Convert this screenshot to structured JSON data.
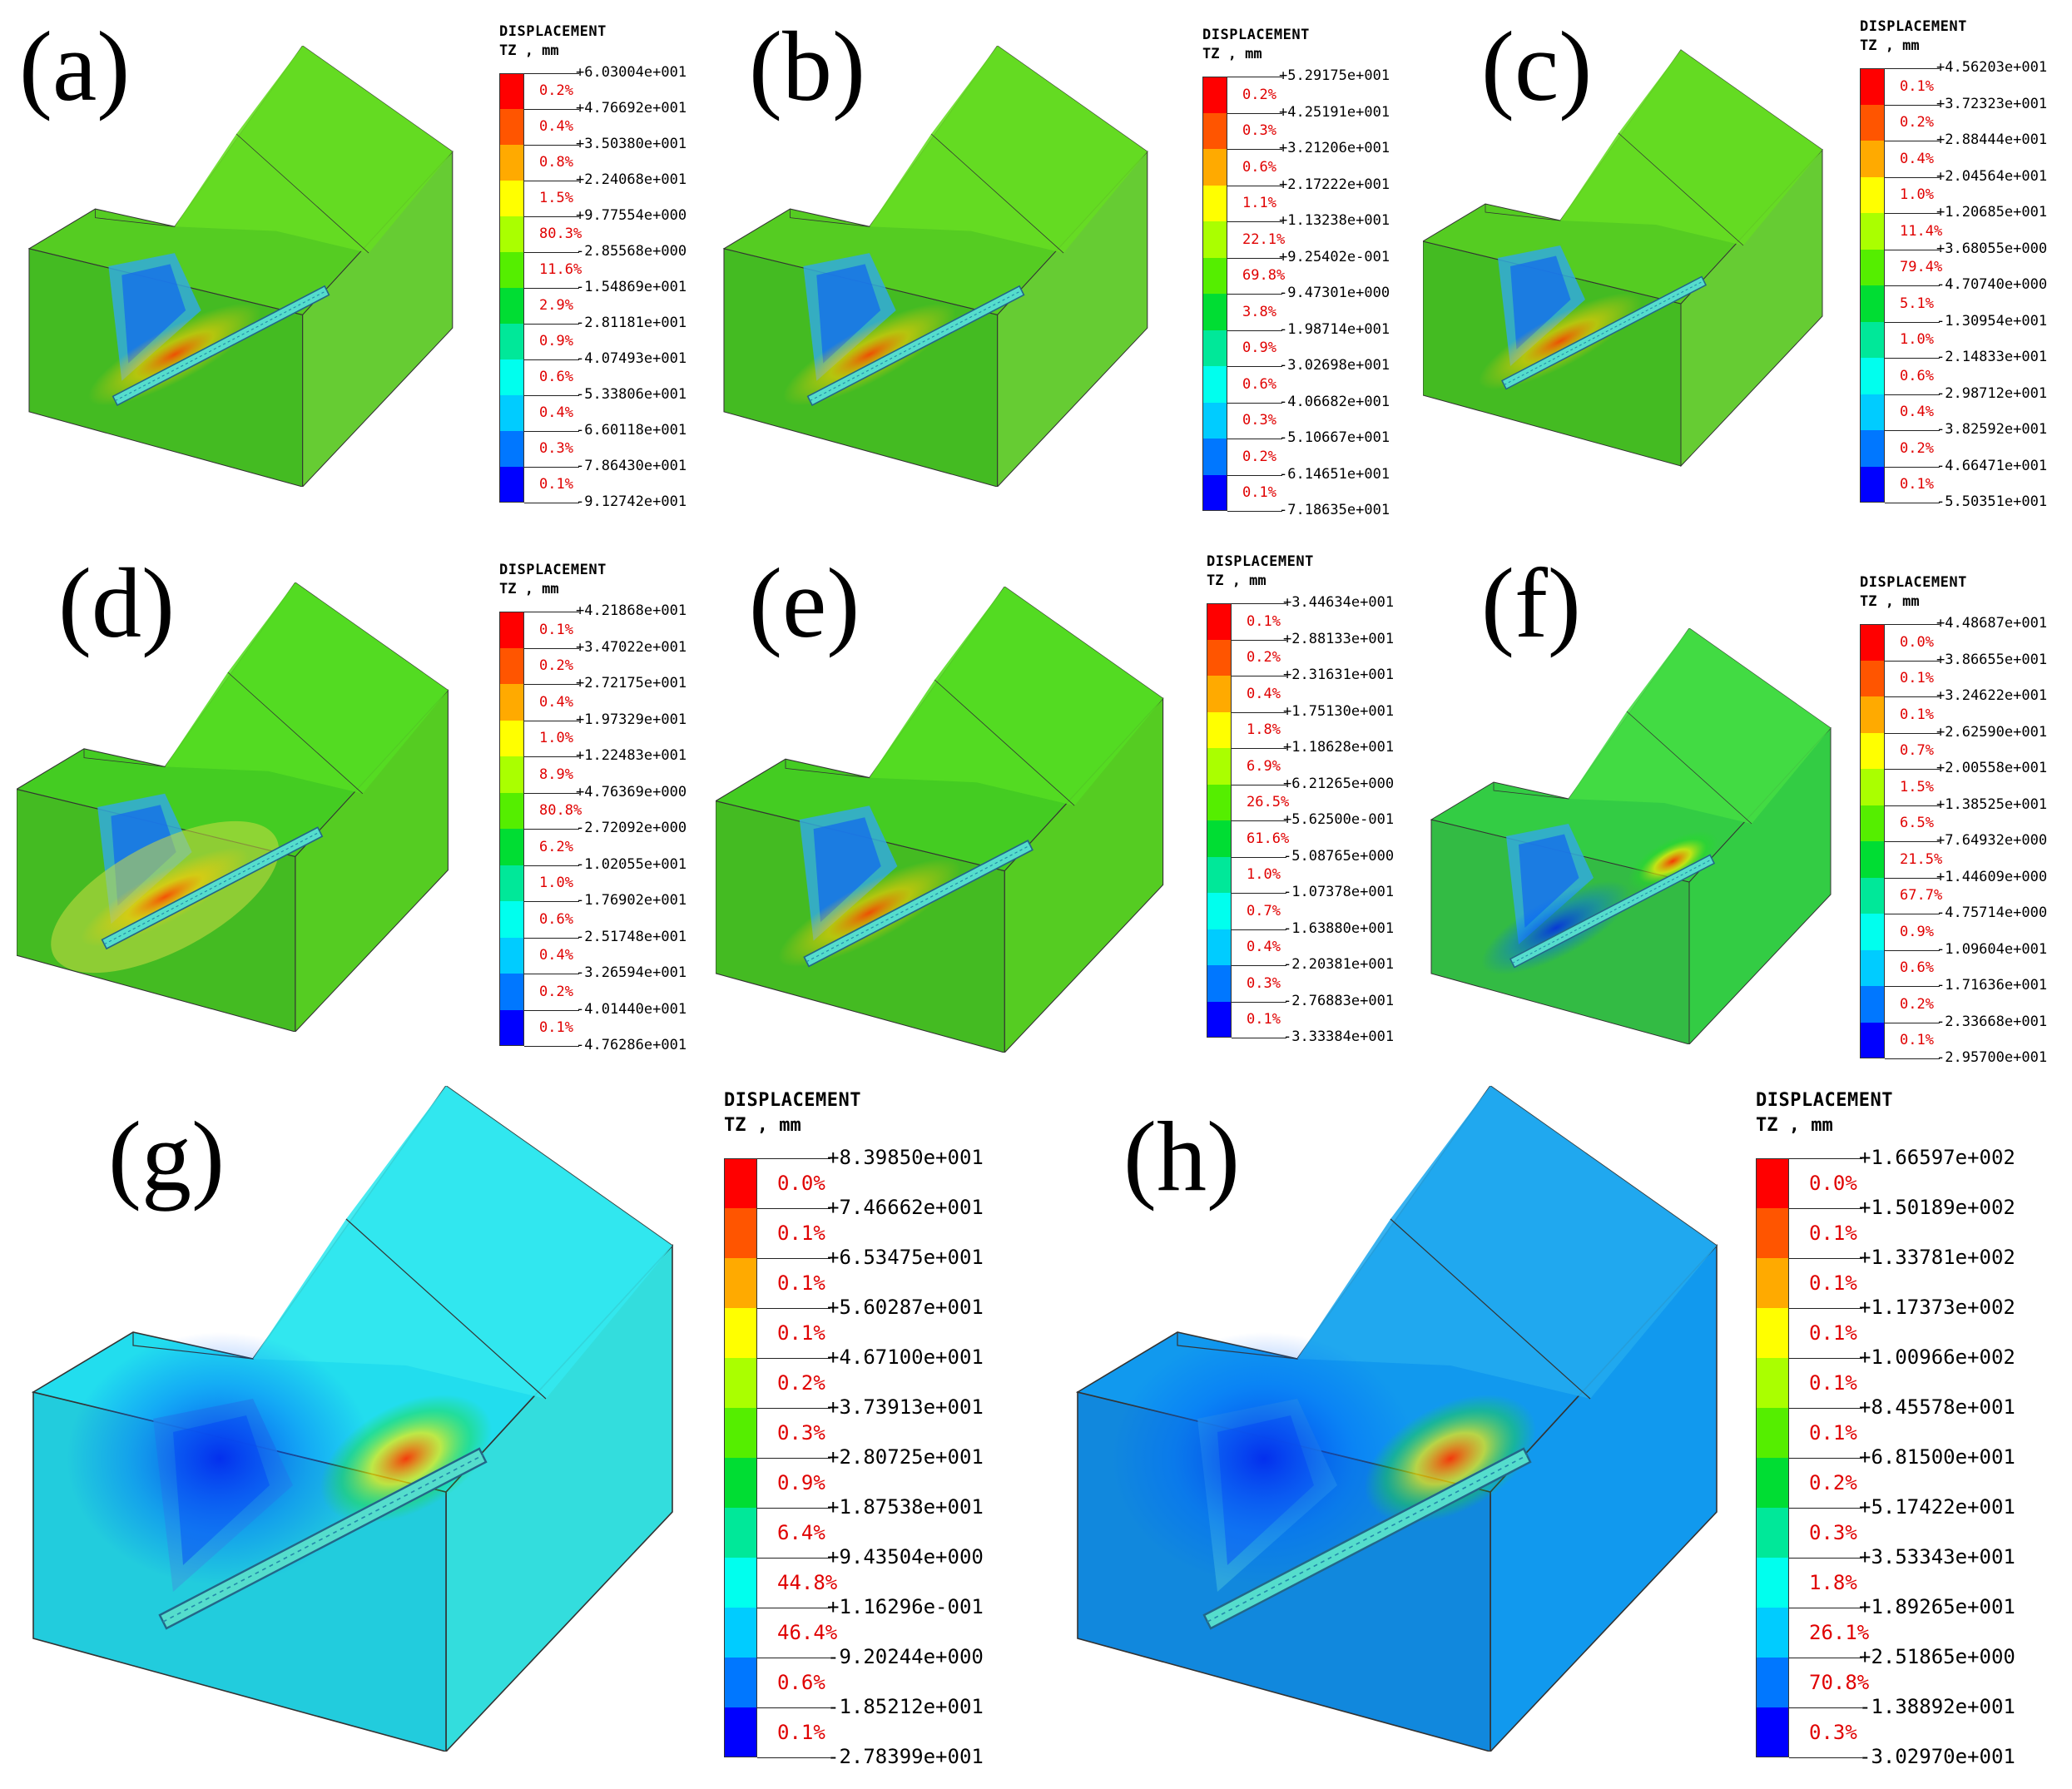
{
  "legend_title": "DISPLACEMENT",
  "legend_unit_large": "TZ , mm",
  "legend_unit_small": "TZ , mm",
  "colors": [
    "#ff0000",
    "#ff5500",
    "#ffaa00",
    "#ffff00",
    "#aaff00",
    "#55ee00",
    "#00dd33",
    "#00e899",
    "#00ffee",
    "#00ccff",
    "#0077ff",
    "#0000ff"
  ],
  "panels": [
    {
      "id": "a",
      "label": "(a)",
      "values": [
        "+6.03004e+001",
        "+4.76692e+001",
        "+3.50380e+001",
        "+2.24068e+001",
        "+9.77554e+000",
        "-2.85568e+000",
        "-1.54869e+001",
        "-2.81181e+001",
        "-4.07493e+001",
        "-5.33806e+001",
        "-6.60118e+001",
        "-7.86430e+001",
        "-9.12742e+001"
      ],
      "percents": [
        "0.2%",
        "0.4%",
        "0.8%",
        "1.5%",
        "80.3%",
        "11.6%",
        "2.9%",
        "0.9%",
        "0.6%",
        "0.4%",
        "0.3%",
        "0.1%"
      ]
    },
    {
      "id": "b",
      "label": "(b)",
      "values": [
        "+5.29175e+001",
        "+4.25191e+001",
        "+3.21206e+001",
        "+2.17222e+001",
        "+1.13238e+001",
        "+9.25402e-001",
        "-9.47301e+000",
        "-1.98714e+001",
        "-3.02698e+001",
        "-4.06682e+001",
        "-5.10667e+001",
        "-6.14651e+001",
        "-7.18635e+001"
      ],
      "percents": [
        "0.2%",
        "0.3%",
        "0.6%",
        "1.1%",
        "22.1%",
        "69.8%",
        "3.8%",
        "0.9%",
        "0.6%",
        "0.3%",
        "0.2%",
        "0.1%"
      ]
    },
    {
      "id": "c",
      "label": "(c)",
      "values": [
        "+4.56203e+001",
        "+3.72323e+001",
        "+2.88444e+001",
        "+2.04564e+001",
        "+1.20685e+001",
        "+3.68055e+000",
        "-4.70740e+000",
        "-1.30954e+001",
        "-2.14833e+001",
        "-2.98712e+001",
        "-3.82592e+001",
        "-4.66471e+001",
        "-5.50351e+001"
      ],
      "percents": [
        "0.1%",
        "0.2%",
        "0.4%",
        "1.0%",
        "11.4%",
        "79.4%",
        "5.1%",
        "1.0%",
        "0.6%",
        "0.4%",
        "0.2%",
        "0.1%"
      ]
    },
    {
      "id": "d",
      "label": "(d)",
      "values": [
        "+4.21868e+001",
        "+3.47022e+001",
        "+2.72175e+001",
        "+1.97329e+001",
        "+1.22483e+001",
        "+4.76369e+000",
        "-2.72092e+000",
        "-1.02055e+001",
        "-1.76902e+001",
        "-2.51748e+001",
        "-3.26594e+001",
        "-4.01440e+001",
        "-4.76286e+001"
      ],
      "percents": [
        "0.1%",
        "0.2%",
        "0.4%",
        "1.0%",
        "8.9%",
        "80.8%",
        "6.2%",
        "1.0%",
        "0.6%",
        "0.4%",
        "0.2%",
        "0.1%"
      ]
    },
    {
      "id": "e",
      "label": "(e)",
      "values": [
        "+3.44634e+001",
        "+2.88133e+001",
        "+2.31631e+001",
        "+1.75130e+001",
        "+1.18628e+001",
        "+6.21265e+000",
        "+5.62500e-001",
        "-5.08765e+000",
        "-1.07378e+001",
        "-1.63880e+001",
        "-2.20381e+001",
        "-2.76883e+001",
        "-3.33384e+001"
      ],
      "percents": [
        "0.1%",
        "0.2%",
        "0.4%",
        "1.8%",
        "6.9%",
        "26.5%",
        "61.6%",
        "1.0%",
        "0.7%",
        "0.4%",
        "0.3%",
        "0.1%"
      ]
    },
    {
      "id": "f",
      "label": "(f)",
      "values": [
        "+4.48687e+001",
        "+3.86655e+001",
        "+3.24622e+001",
        "+2.62590e+001",
        "+2.00558e+001",
        "+1.38525e+001",
        "+7.64932e+000",
        "+1.44609e+000",
        "-4.75714e+000",
        "-1.09604e+001",
        "-1.71636e+001",
        "-2.33668e+001",
        "-2.95700e+001"
      ],
      "percents": [
        "0.0%",
        "0.1%",
        "0.1%",
        "0.7%",
        "1.5%",
        "6.5%",
        "21.5%",
        "67.7%",
        "0.9%",
        "0.6%",
        "0.2%",
        "0.1%"
      ]
    },
    {
      "id": "g",
      "label": "(g)",
      "values": [
        "+8.39850e+001",
        "+7.46662e+001",
        "+6.53475e+001",
        "+5.60287e+001",
        "+4.67100e+001",
        "+3.73913e+001",
        "+2.80725e+001",
        "+1.87538e+001",
        "+9.43504e+000",
        "+1.16296e-001",
        "-9.20244e+000",
        "-1.85212e+001",
        "-2.78399e+001"
      ],
      "percents": [
        "0.0%",
        "0.1%",
        "0.1%",
        "0.1%",
        "0.2%",
        "0.3%",
        "0.9%",
        "6.4%",
        "44.8%",
        "46.4%",
        "0.6%",
        "0.1%"
      ]
    },
    {
      "id": "h",
      "label": "(h)",
      "values": [
        "+1.66597e+002",
        "+1.50189e+002",
        "+1.33781e+002",
        "+1.17373e+002",
        "+1.00966e+002",
        "+8.45578e+001",
        "+6.81500e+001",
        "+5.17422e+001",
        "+3.53343e+001",
        "+1.89265e+001",
        "+2.51865e+000",
        "-1.38892e+001",
        "-3.02970e+001"
      ],
      "percents": [
        "0.0%",
        "0.1%",
        "0.1%",
        "0.1%",
        "0.1%",
        "0.1%",
        "0.2%",
        "0.3%",
        "1.8%",
        "26.1%",
        "70.8%",
        "0.3%"
      ]
    }
  ]
}
